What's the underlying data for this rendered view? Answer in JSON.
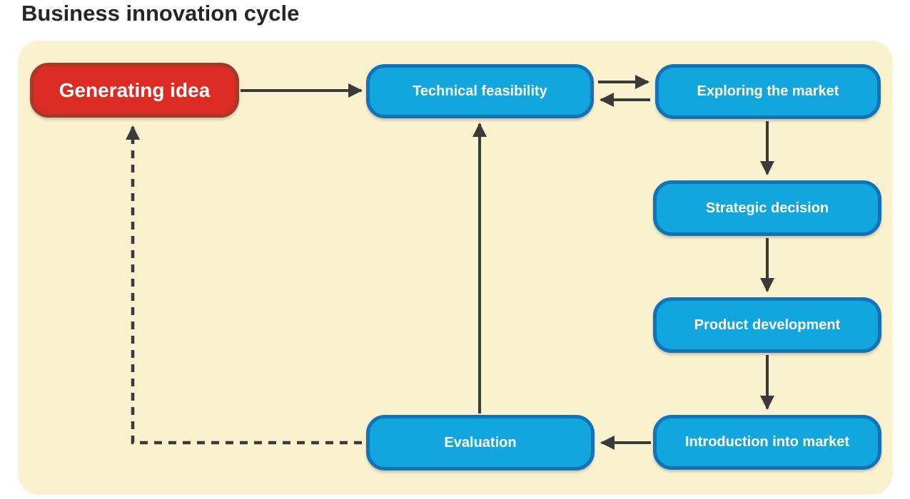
{
  "title": "Business innovation cycle",
  "nodes": [
    {
      "id": "generating-idea",
      "label": "Generating idea",
      "style": "red"
    },
    {
      "id": "technical-feasibility",
      "label": "Technical feasibility",
      "style": "blue"
    },
    {
      "id": "exploring-the-market",
      "label": "Exploring the market",
      "style": "blue"
    },
    {
      "id": "strategic-decision",
      "label": "Strategic decision",
      "style": "blue"
    },
    {
      "id": "product-development",
      "label": "Product development",
      "style": "blue"
    },
    {
      "id": "introduction-into-market",
      "label": "Introduction into market",
      "style": "blue"
    },
    {
      "id": "evaluation",
      "label": "Evaluation",
      "style": "blue"
    }
  ],
  "edges": [
    {
      "from": "generating-idea",
      "to": "technical-feasibility",
      "style": "solid"
    },
    {
      "from": "technical-feasibility",
      "to": "exploring-the-market",
      "style": "solid"
    },
    {
      "from": "exploring-the-market",
      "to": "technical-feasibility",
      "style": "solid"
    },
    {
      "from": "exploring-the-market",
      "to": "strategic-decision",
      "style": "solid"
    },
    {
      "from": "strategic-decision",
      "to": "product-development",
      "style": "solid"
    },
    {
      "from": "product-development",
      "to": "introduction-into-market",
      "style": "solid"
    },
    {
      "from": "introduction-into-market",
      "to": "evaluation",
      "style": "solid"
    },
    {
      "from": "evaluation",
      "to": "technical-feasibility",
      "style": "solid"
    },
    {
      "from": "evaluation",
      "to": "generating-idea",
      "style": "dashed"
    }
  ],
  "colors": {
    "page-bg": "#ffffff",
    "panel-bg": "#faf1cf",
    "blue-fill": "#13a5dd",
    "blue-border": "#1173b8",
    "red-fill": "#db2b23",
    "red-border": "#a63a2a",
    "arrow": "#3a3a3a",
    "title": "#262626",
    "node-text": "#ffffff"
  }
}
